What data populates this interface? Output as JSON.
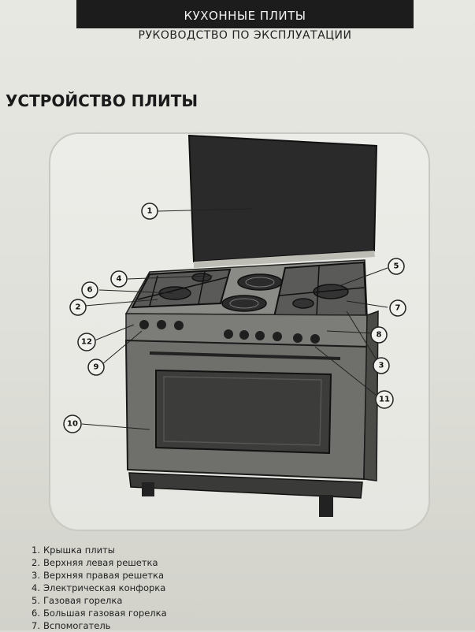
{
  "header": {
    "title": "КУХОННЫЕ ПЛИТЫ",
    "subtitle": "РУКОВОДСТВО ПО ЭКСПЛУАТАЦИИ"
  },
  "section": {
    "title": "УСТРОЙСТВО ПЛИТЫ"
  },
  "callouts": [
    "1",
    "2",
    "3",
    "4",
    "5",
    "6",
    "7",
    "8",
    "9",
    "10",
    "11",
    "12"
  ],
  "legend": [
    {
      "num": "1.",
      "text": "Крышка плиты"
    },
    {
      "num": "2.",
      "text": "Верхняя левая решетка"
    },
    {
      "num": "3.",
      "text": "Верхняя правая решетка"
    },
    {
      "num": "4.",
      "text": "Электрическая конфорка"
    },
    {
      "num": "5.",
      "text": "Газовая горелка"
    },
    {
      "num": "6.",
      "text": "Большая газовая горелка"
    },
    {
      "num": "7.",
      "text": "Вспомогатель"
    }
  ]
}
